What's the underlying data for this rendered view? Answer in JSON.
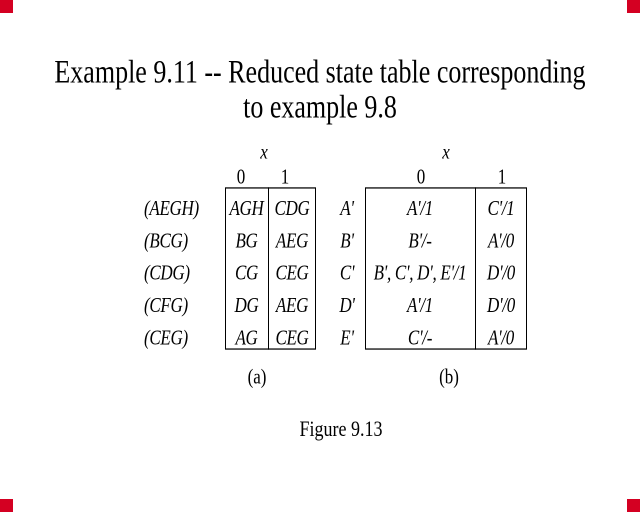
{
  "title": {
    "line1": "Example 9.11 -- Reduced state table corresponding",
    "line2": "to example 9.8"
  },
  "figure_caption": "Figure 9.13",
  "corner_marker_color": "#d40022",
  "text_color": "#000000",
  "background_color": "#ffffff",
  "table_a": {
    "input_label": "x",
    "col_headers": [
      "0",
      "1"
    ],
    "caption": "(a)",
    "rows": [
      {
        "group": "(AEGH)",
        "n0": "AGH",
        "n1": "CDG"
      },
      {
        "group": "(BCG)",
        "n0": "BG",
        "n1": "AEG"
      },
      {
        "group": "(CDG)",
        "n0": "CG",
        "n1": "CEG"
      },
      {
        "group": "(CFG)",
        "n0": "DG",
        "n1": "AEG"
      },
      {
        "group": "(CEG)",
        "n0": "AG",
        "n1": "CEG"
      }
    ]
  },
  "new_states": [
    "A'",
    "B'",
    "C'",
    "D'",
    "E'"
  ],
  "table_b": {
    "input_label": "x",
    "col_headers": [
      "0",
      "1"
    ],
    "caption": "(b)",
    "rows": [
      {
        "n0": "A'/1",
        "n1": "C'/1"
      },
      {
        "n0": "B'/-",
        "n1": "A'/0"
      },
      {
        "n0": "B', C', D', E'/1",
        "n1": "D'/0"
      },
      {
        "n0": "A'/1",
        "n1": "D'/0"
      },
      {
        "n0": "C'/-",
        "n1": "A'/0"
      }
    ]
  }
}
